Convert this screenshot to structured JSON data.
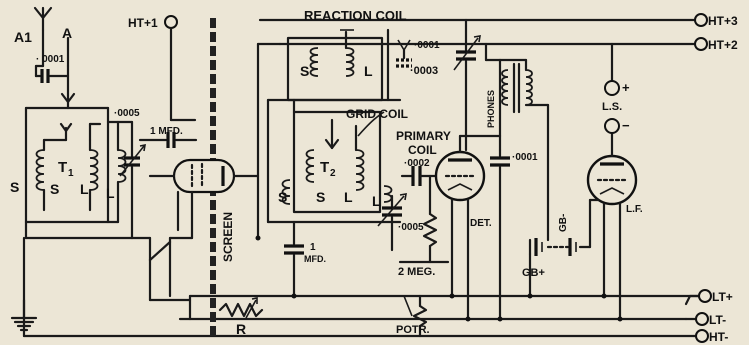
{
  "labels": {
    "ant_a1": "A1",
    "ant_a": "A",
    "cap_0001_top": "· 0001",
    "cap_0005": "·0005",
    "t1": "T",
    "t1_sub": "1",
    "t1_s_outer": "S",
    "t1_s": "S",
    "t1_l": "L",
    "t1_l_outer": "L",
    "cap_1mfd_top": "1 MFD.",
    "ht1": "HT+1",
    "screen": "SCREEN",
    "reaction_coil": "REACTION COIL",
    "rc_s": "S",
    "rc_l": "L",
    "cap_0001_reaction": "·0001",
    "cap_0003": "·0003",
    "grid_coil": "GRID COIL",
    "t2": "T",
    "t2_sub": "2",
    "t2_s_outer": "S",
    "t2_s": "S",
    "t2_l": "L",
    "t2_l_outer": "L",
    "primary_coil_1": "PRIMARY",
    "primary_coil_2": "COIL",
    "cap_0002": "·0002",
    "cap_0005b": "·0005",
    "cap_1mfd_low_1": "1",
    "cap_1mfd_low_2": "MFD.",
    "megohm": "2 MEG.",
    "potr": "POTR.",
    "phones": "PHONES",
    "cap_0001_phones": "·0001",
    "det": "DET.",
    "gb_minus": "GB-",
    "gb_plus": "GB+",
    "lf": "L.F.",
    "ls": "L.S.",
    "ls_plus": "+",
    "ls_minus": "−",
    "r": "R",
    "ht3": "HT+3",
    "ht2": "HT+2",
    "ltplus": "LT+",
    "ltminus": "LT-",
    "htminus": "HT-"
  }
}
